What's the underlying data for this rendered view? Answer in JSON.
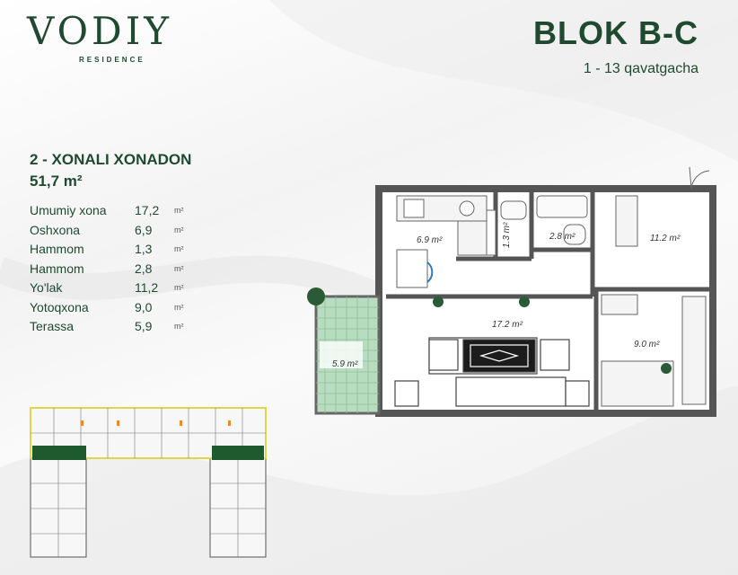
{
  "brand": {
    "name": "VODIY",
    "sub": "RESIDENCE"
  },
  "block": {
    "title": "BLOK B-C",
    "floors": "1 - 13 qavatgacha"
  },
  "apartment": {
    "title": "2 - XONALI XONADON",
    "area": "51,7 m²"
  },
  "rooms": [
    {
      "name": "Umumiy xona",
      "value": "17,2",
      "unit": "m²"
    },
    {
      "name": "Oshxona",
      "value": "6,9",
      "unit": "m²"
    },
    {
      "name": "Hammom",
      "value": "1,3",
      "unit": "m²"
    },
    {
      "name": "Hammom",
      "value": "2,8",
      "unit": "m²"
    },
    {
      "name": "Yo'lak",
      "value": "11,2",
      "unit": "m²"
    },
    {
      "name": "Yotoqxona",
      "value": "9,0",
      "unit": "m²"
    },
    {
      "name": "Terassa",
      "value": "5,9",
      "unit": "m²"
    }
  ],
  "plan_labels": {
    "kitchen": "6.9 m²",
    "bath_small": "1.3 m²",
    "bath": "2.8 m²",
    "hall": "11.2 m²",
    "living": "17.2 m²",
    "bedroom": "9.0 m²",
    "terrace": "5.9 m²"
  },
  "colors": {
    "brand_green": "#1f4a2f",
    "wall": "#555555",
    "terrace_fill": "#a8d5b5",
    "highlight": "#1e5a2e"
  }
}
